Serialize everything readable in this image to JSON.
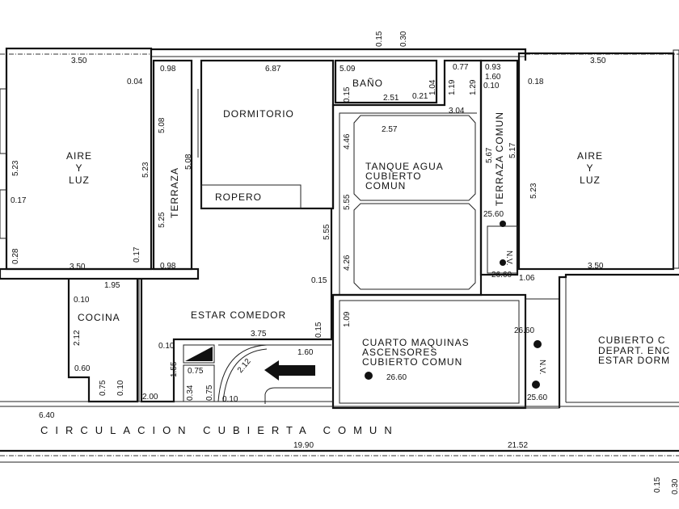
{
  "rooms": {
    "aire_luz_left": [
      "AIRE",
      "Y",
      "LUZ"
    ],
    "terraza": "TERRAZA",
    "dormitorio": "DORMITORIO",
    "ropero": "ROPERO",
    "bano": "BAÑO",
    "tanque": [
      "TANQUE AGUA",
      "CUBIERTO",
      "COMUN"
    ],
    "terraza_comun": "TERRAZA COMUN",
    "aire_luz_right": [
      "AIRE",
      "Y",
      "LUZ"
    ],
    "cocina": "COCINA",
    "estar": "ESTAR COMEDOR",
    "cuarto": [
      "CUARTO MAQUINAS",
      "ASCENSORES",
      "CUBIERTO COMUN"
    ],
    "cubierto_right": [
      "CUBIERTO C",
      "DEPART. ENC",
      "ESTAR DORM"
    ],
    "nv1": "N.V.",
    "nv2": "N.V.",
    "circulacion": "CIRCULACION CUBIERTA COMUN"
  },
  "dims": {
    "d350a": "3.50",
    "d004": "0.04",
    "d523a": "5.23",
    "d017a": "0.17",
    "d028": "0.28",
    "d350b": "3.50",
    "d017b": "0.17",
    "d523b": "5.23",
    "d098a": "0.98",
    "d508a": "5.08",
    "d508b": "5.08",
    "d525": "5.25",
    "d098b": "0.98",
    "d687": "6.87",
    "d555a": "5.55",
    "d015top": "0.15",
    "d030top": "0.30",
    "d509": "5.09",
    "d015b": "0.15",
    "d251": "2.51",
    "d021": "0.21",
    "d104": "1.04",
    "d119": "1.19",
    "d077": "0.77",
    "d129": "1.29",
    "d304": "3.04",
    "d093": "0.93",
    "d160": "1.60",
    "d010": "0.10",
    "d018": "0.18",
    "d567": "5.67",
    "d517": "5.17",
    "d523c": "5.23",
    "d350c": "3.50",
    "d350d": "3.50",
    "d257": "2.57",
    "d446": "4.46",
    "d555b": "5.55",
    "d426": "4.26",
    "d2560a": "25.60",
    "d2660a": "26.60",
    "d106": "1.06",
    "d195": "1.95",
    "d010c": "0.10",
    "d212a": "2.12",
    "d060": "0.60",
    "d075a": "0.75",
    "d010d": "0.10",
    "d015c": "0.15",
    "d375": "3.75",
    "d015d": "0.15",
    "d010e": "0.10",
    "d155": "1.55",
    "d075b": "0.75",
    "d034": "0.34",
    "d075c": "0.75",
    "d200": "2.00",
    "d010f": "0.10",
    "d212b": "2.12",
    "d160b": "1.60",
    "d109": "1.09",
    "d2660b": "26.60",
    "d2660c": "26.60",
    "d2560b": "25.60",
    "d640": "6.40",
    "d1990": "19.90",
    "d2152": "21.52",
    "d015e": "0.15",
    "d030e": "0.30"
  }
}
